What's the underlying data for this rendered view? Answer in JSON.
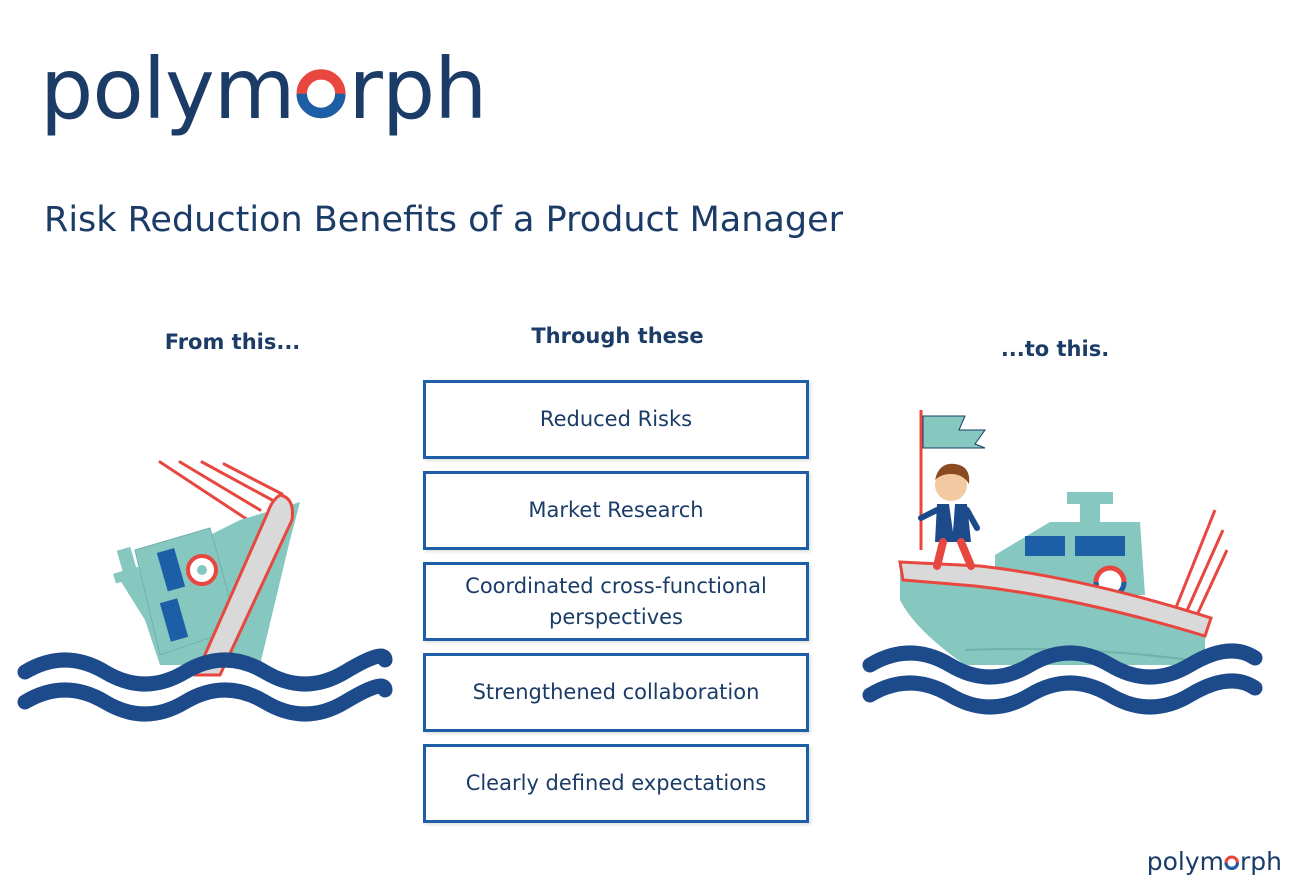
{
  "brand": {
    "prefix": "polym",
    "suffix": "rph",
    "colors": {
      "navy": "#1b3c67",
      "blue": "#1d5fa6",
      "red": "#e8473f",
      "teal": "#86c7c0"
    }
  },
  "title": "Risk Reduction Benefits of a Product Manager",
  "columns": {
    "left": "From this...",
    "middle": "Through these",
    "right": "...to this."
  },
  "steps": [
    "Reduced Risks",
    "Market Research",
    "Coordinated cross-functional perspectives",
    "Strengthened collaboration",
    "Clearly defined expectations"
  ],
  "illustrations": {
    "left": "sinking-ship-icon",
    "right": "sailing-boat-icon"
  }
}
